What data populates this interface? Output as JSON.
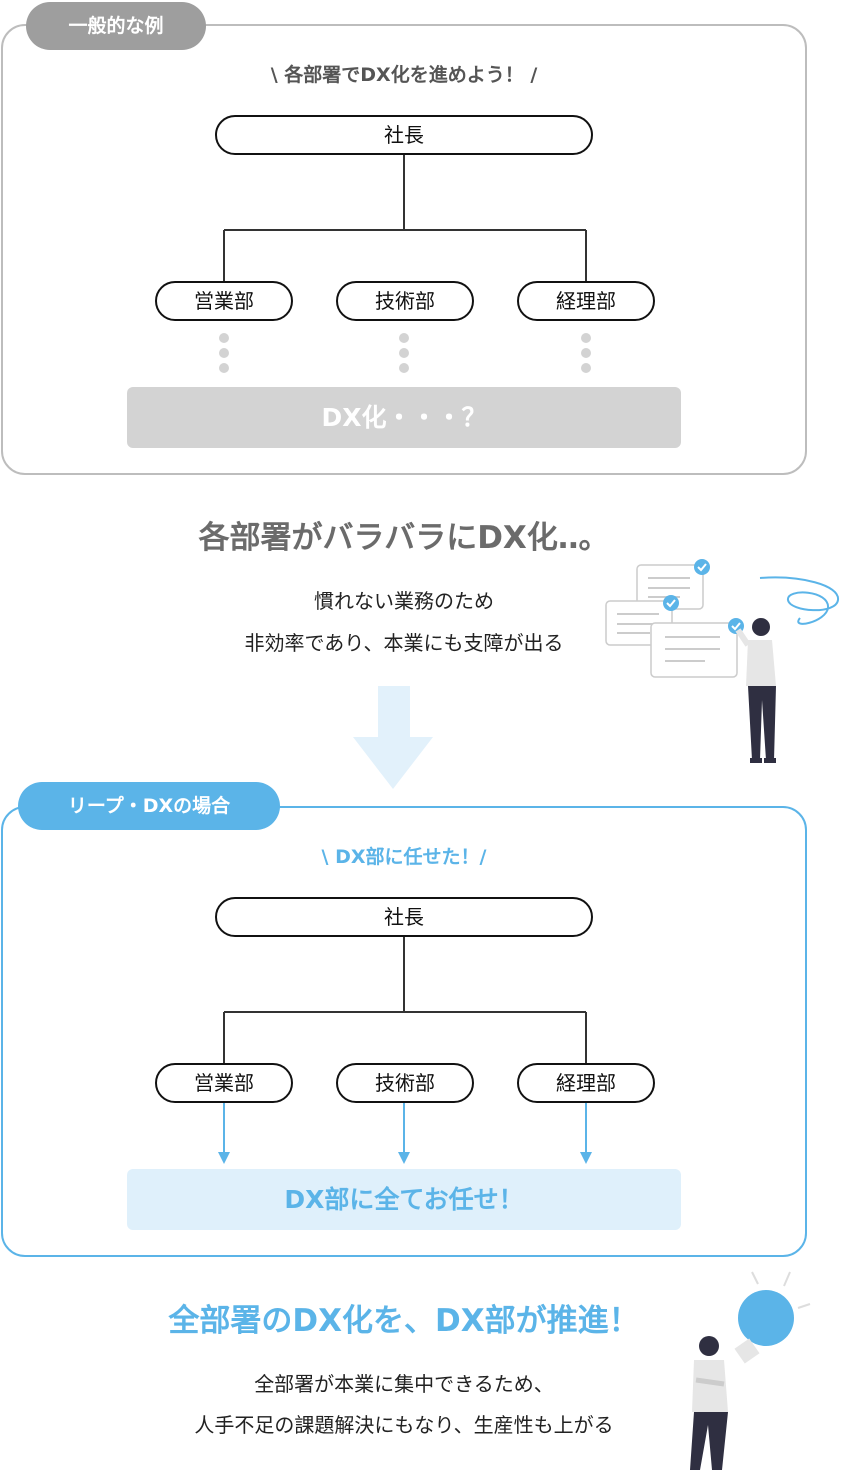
{
  "colors": {
    "gray": "#9e9e9e",
    "blue": "#5bb4e8",
    "light_blue": "#dff0fb",
    "bar_gray": "#d3d3d3"
  },
  "general": {
    "tag": "一般的な例",
    "subtitle": "\\ 各部署でDX化を進めよう！ /",
    "ceo": "社長",
    "departments": [
      "営業部",
      "技術部",
      "経理部"
    ],
    "bar": "DX化・・・？",
    "headline": "各部署がバラバラにDX化‥。",
    "body_lines": [
      "慣れない業務のため",
      "非効率であり、本業にも支障が出る"
    ]
  },
  "leap": {
    "tag": "リープ・DXの場合",
    "subtitle": "\\ DX部に任せた！/",
    "ceo": "社長",
    "departments": [
      "営業部",
      "技術部",
      "経理部"
    ],
    "bar": "DX部に全てお任せ！",
    "headline": "全部署のDX化を、DX部が推進！",
    "body_lines": [
      "全部署が本業に集中できるため、",
      "人手不足の課題解決にもなり、生産性も上がる"
    ]
  },
  "icons": [
    "checkmark-icon",
    "down-arrow-icon",
    "person-illustration",
    "lightbulb-illustration"
  ]
}
